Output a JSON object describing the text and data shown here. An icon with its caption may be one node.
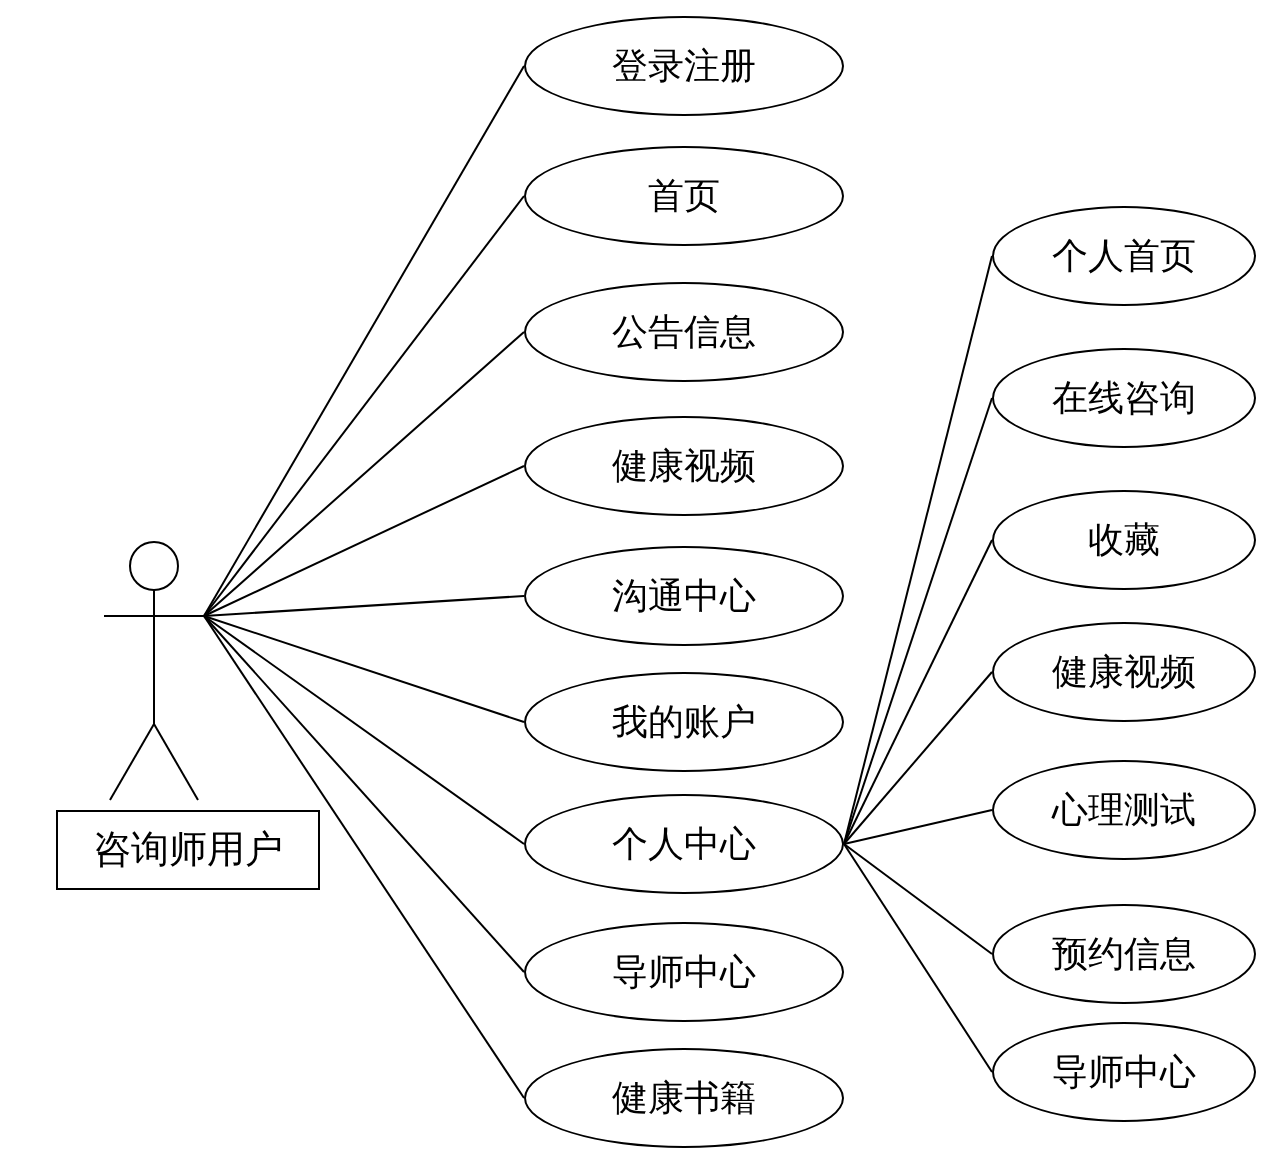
{
  "diagram": {
    "nodes": [
      {
        "text": [],
        "shape": "person",
        "beside": [
          "咨询师用户"
        ]
      },
      {
        "text": [
          "登录注册"
        ]
      },
      {
        "text": [
          "首页"
        ]
      },
      {
        "text": [
          "公告信息"
        ]
      },
      {
        "text": [
          "健康视频"
        ]
      },
      {
        "text": [
          "沟通中心"
        ]
      },
      {
        "text": [
          "我的账户"
        ]
      },
      {
        "text": [
          "个人中心"
        ]
      },
      {
        "text": [
          "导师中心"
        ]
      },
      {
        "text": [
          "健康书籍"
        ]
      },
      {
        "text": [
          "个人首页"
        ]
      },
      {
        "text": [
          "在线咨询"
        ]
      },
      {
        "text": [
          "收藏"
        ]
      },
      {
        "text": [
          "健康视频"
        ]
      },
      {
        "text": [
          "心理测试"
        ]
      },
      {
        "text": [
          "预约信息"
        ]
      },
      {
        "text": [
          "导师中心"
        ]
      }
    ],
    "edges": [
      {
        "from": 0,
        "to": 1,
        "arrow": "none"
      },
      {
        "from": 0,
        "to": 2,
        "arrow": "none"
      },
      {
        "from": 0,
        "to": 3,
        "arrow": "none"
      },
      {
        "from": 0,
        "to": 4,
        "arrow": "none"
      },
      {
        "from": 0,
        "to": 5,
        "arrow": "none"
      },
      {
        "from": 0,
        "to": 6,
        "arrow": "none"
      },
      {
        "from": 0,
        "to": 7,
        "arrow": "none"
      },
      {
        "from": 0,
        "to": 8,
        "arrow": "none"
      },
      {
        "from": 0,
        "to": 9,
        "arrow": "none"
      },
      {
        "from": 7,
        "to": 10,
        "arrow": "none"
      },
      {
        "from": 7,
        "to": 11,
        "arrow": "none"
      },
      {
        "from": 7,
        "to": 12,
        "arrow": "none"
      },
      {
        "from": 7,
        "to": 13,
        "arrow": "none"
      },
      {
        "from": 7,
        "to": 14,
        "arrow": "none"
      },
      {
        "from": 7,
        "to": 15,
        "arrow": "none"
      },
      {
        "from": 7,
        "to": 16,
        "arrow": "none"
      }
    ]
  }
}
